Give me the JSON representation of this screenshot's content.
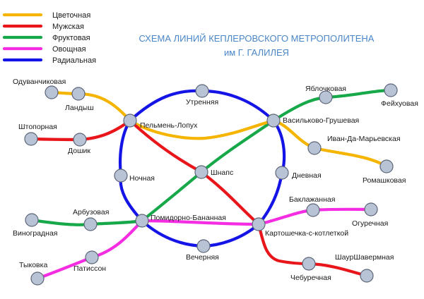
{
  "title": {
    "line1": "СХЕМА ЛИНИЙ КЕПЛЕРОВСКОГО МЕТРОПОЛИТЕНА",
    "line2": "им Г. ГАЛИЛЕЯ"
  },
  "legend": [
    {
      "id": "flower",
      "label": "Цветочная",
      "color": "#f5b400"
    },
    {
      "id": "male",
      "label": "Мужская",
      "color": "#e8161b"
    },
    {
      "id": "fruit",
      "label": "Фруктовая",
      "color": "#17a84a"
    },
    {
      "id": "veg",
      "label": "Овощная",
      "color": "#f52de2"
    },
    {
      "id": "radial",
      "label": "Радиальная",
      "color": "#1414e6"
    }
  ],
  "stations": {
    "odvanchikovaya": "Одуванчиковая",
    "landysh": "Ландыш",
    "shtopornaya": "Штопорная",
    "doshik": "Дошик",
    "pelmen_lopukh": "Пельмень-Лопух",
    "utrennyaya": "Утренняя",
    "vasilkovo": "Васильково-Грушевая",
    "yablochkovaya": "Яблочковая",
    "feykhovaya": "Фейхуовая",
    "ivan_da_marya": "Иван-Да-Марьевская",
    "romashkovaya": "Ромашковая",
    "nochnaya": "Ночная",
    "shnaps": "Шнапс",
    "dnevnaya": "Дневная",
    "arbuzovaya": "Арбузовая",
    "vinogradnaya": "Виноградная",
    "pomidorno": "Помидорно-Бананная",
    "baklazhannaya": "Баклажанная",
    "ogurechnaya": "Огуречная",
    "kartoshechka": "Картошечка-с-котлеткой",
    "vechernyaya": "Вечерняя",
    "tykovka": "Тыковка",
    "patisson": "Патиссон",
    "shaurshavermnaya": "ШаурШавермная",
    "cheburechnaya": "Чебуречная"
  }
}
